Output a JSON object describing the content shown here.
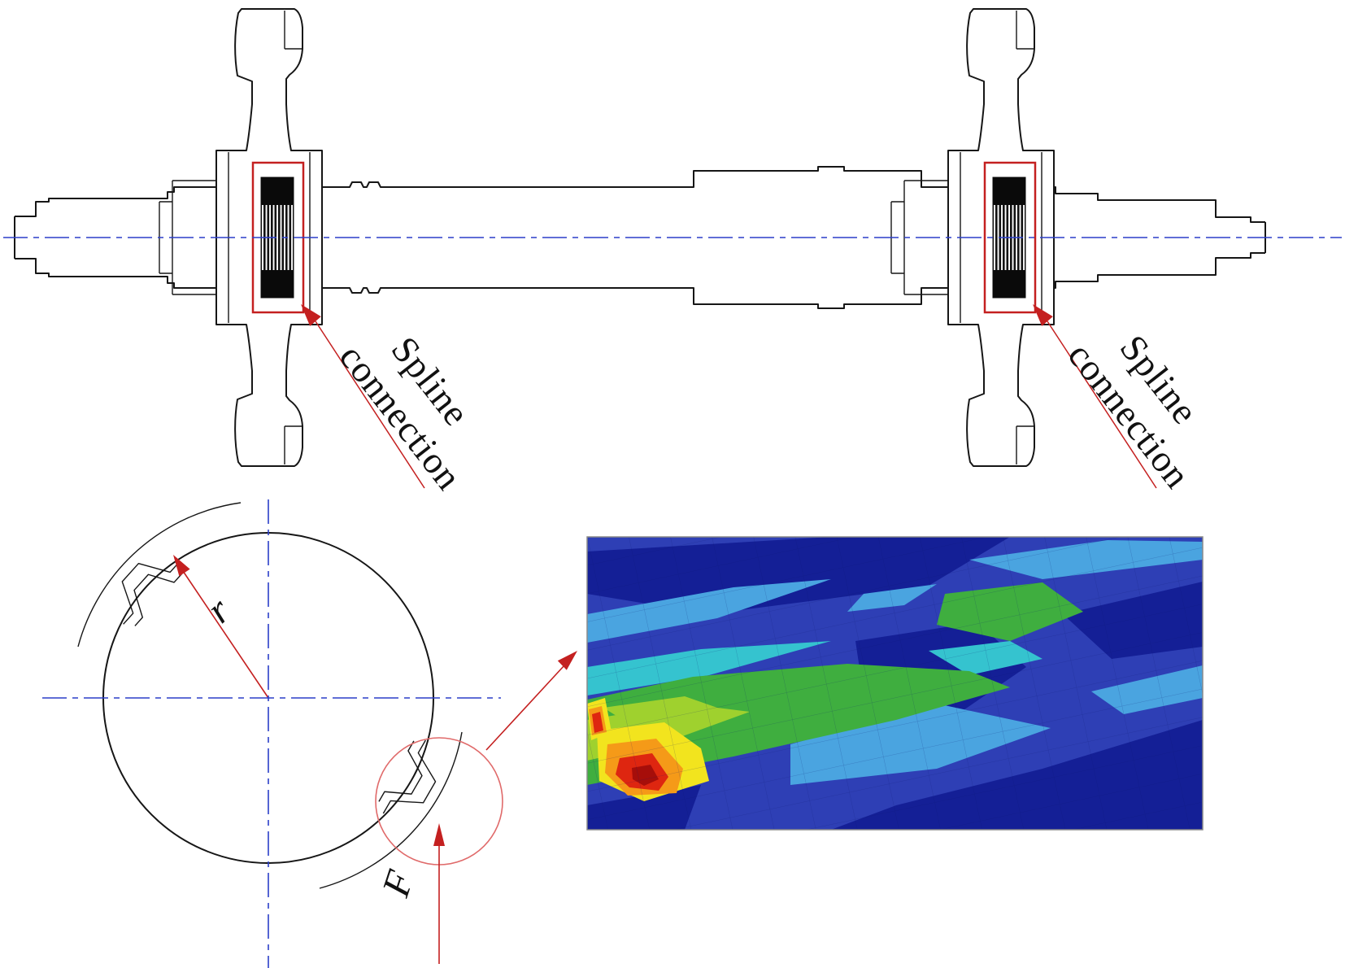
{
  "labels": {
    "spline_left": {
      "line1": "Spline",
      "line2": "connection"
    },
    "spline_right": {
      "line1": "Spline",
      "line2": "connection"
    },
    "radius": "r",
    "force": "F"
  },
  "colors": {
    "drawing_stroke": "#161616",
    "centerline_blue": "#2b3fc8",
    "highlight_red": "#c42020",
    "detail_pink": "#e06a6a",
    "fea": {
      "dark_blue": "#141f96",
      "blue": "#2e3fb5",
      "light_blue": "#4aa4e0",
      "cyan": "#35c3cf",
      "green": "#3fae3f",
      "yellow_green": "#9fd12e",
      "yellow": "#f2e41e",
      "orange": "#f59a18",
      "red": "#de2610",
      "dark_red": "#a60e0a"
    }
  }
}
